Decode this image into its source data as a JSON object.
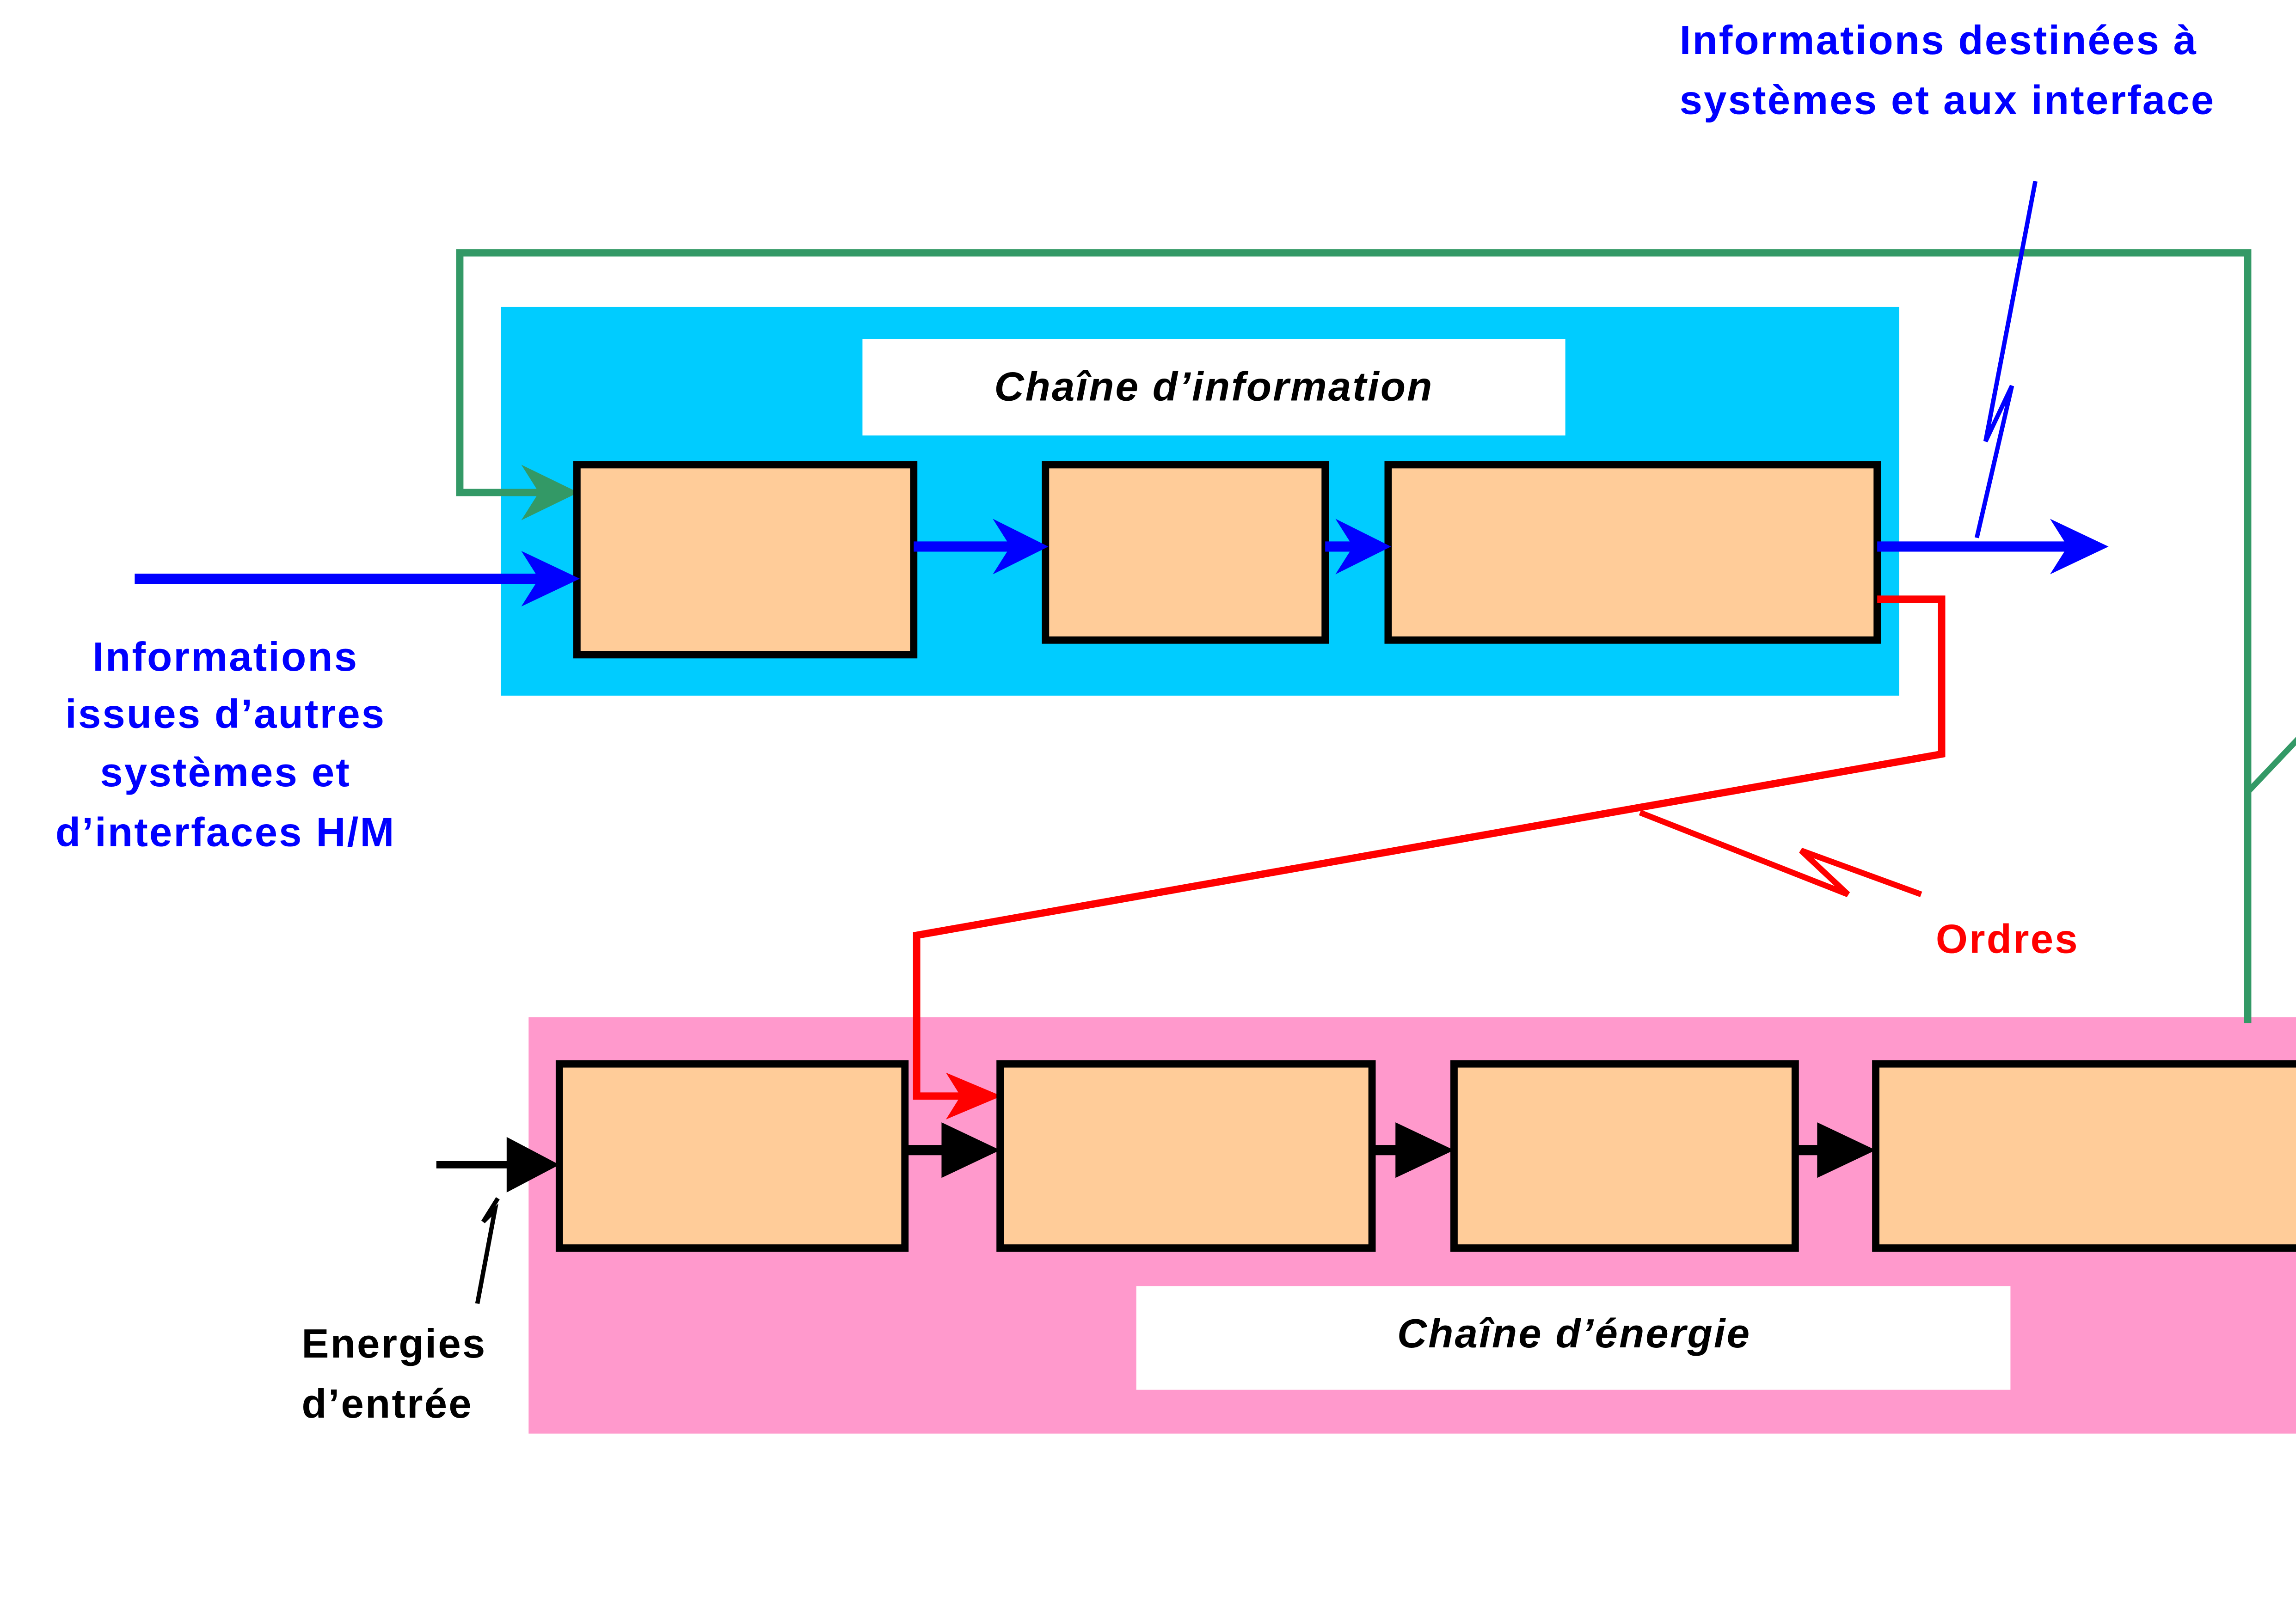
{
  "colors": {
    "info_chain_bg": "#00ccff",
    "energy_chain_bg": "#ff99cc",
    "block_fill": "#ffcc99",
    "info_flow": "#0000ff",
    "orders": "#ff0000",
    "feedback": "#339966",
    "energy_flow": "#000000"
  },
  "info_chain": {
    "title": "Chaîne d’information"
  },
  "energy_chain": {
    "title": "Chaîne d’énergie"
  },
  "labels": {
    "info_in": [
      "Informations",
      "issues d’autres",
      "systèmes et",
      "d’interfaces H/M"
    ],
    "info_out": [
      "Informations destinées à",
      "systèmes et aux interface"
    ],
    "orders": "Ordres",
    "energy_in": [
      "Energies",
      "d’entrée"
    ]
  }
}
